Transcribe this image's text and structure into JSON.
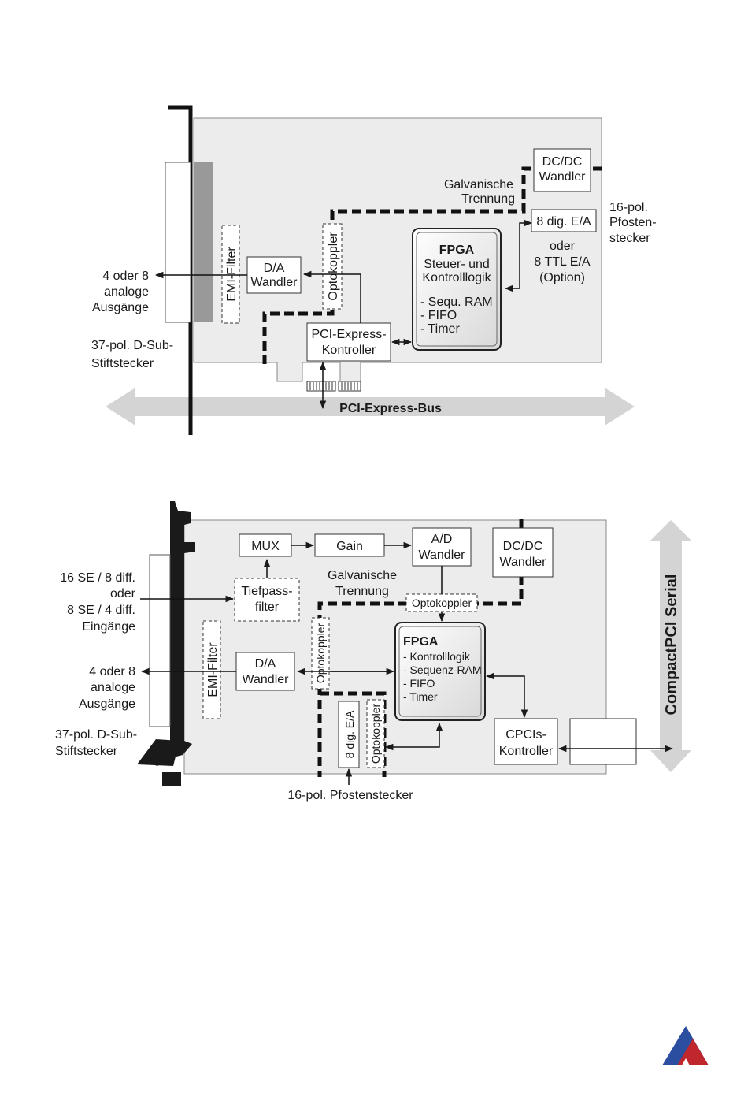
{
  "top": {
    "dcdc": [
      "DC/DC",
      "Wandler"
    ],
    "galv": [
      "Galvanische",
      "Trennung"
    ],
    "pfosten": [
      "16-pol.",
      "Pfosten-",
      "stecker"
    ],
    "dig": "8 dig. E/A",
    "oder_ttl": [
      "oder",
      "8 TTL E/A",
      "(Option)"
    ],
    "fpga_title": "FPGA",
    "fpga_sub": [
      "Steuer- und",
      "Kontrolllogik"
    ],
    "fpga_items": [
      "- Sequ. RAM",
      "- FIFO",
      "- Timer"
    ],
    "emi": "EMI-Filter",
    "da": [
      "D/A",
      "Wandler"
    ],
    "opto": "Optokoppler",
    "pcie_ctrl": [
      "PCI-Express-",
      "Kontroller"
    ],
    "outputs": [
      "4 oder 8",
      "analoge",
      "Ausgänge"
    ],
    "dsub": [
      "37-pol. D-Sub-",
      "Stiftstecker"
    ],
    "bus": "PCI-Express-Bus"
  },
  "bottom": {
    "mux": "MUX",
    "gain": "Gain",
    "ad": [
      "A/D",
      "Wandler"
    ],
    "dcdc": [
      "DC/DC",
      "Wandler"
    ],
    "galv": [
      "Galvanische",
      "Trennung"
    ],
    "tiefpass": [
      "Tiefpass-",
      "filter"
    ],
    "opto_h": "Optokoppler",
    "inputs": [
      "16 SE / 8 diff.",
      "oder",
      "8 SE / 4 diff.",
      "Eingänge"
    ],
    "emi": "EMI-Filter",
    "da": [
      "D/A",
      "Wandler"
    ],
    "opto_v": "Optokoppler",
    "outputs": [
      "4 oder 8",
      "analoge",
      "Ausgänge"
    ],
    "fpga_title": "FPGA",
    "fpga_items": [
      "- Kontrolllogik",
      "- Sequenz-RAM",
      "- FIFO",
      "- Timer"
    ],
    "dig": "8 dig. E/A",
    "opto_v2": "Optokoppler",
    "cpcis": [
      "CPCIs-",
      "Kontroller"
    ],
    "dsub": [
      "37-pol. D-Sub-",
      "Stiftstecker"
    ],
    "pfosten": "16-pol. Pfostenstecker",
    "bus": "CompactPCI Serial"
  },
  "logo": "company-logo",
  "colors": {
    "board": "#ececec",
    "bus": "#d4d4d4",
    "logo_blue": "#2b4ea0",
    "logo_red": "#c0272d"
  }
}
